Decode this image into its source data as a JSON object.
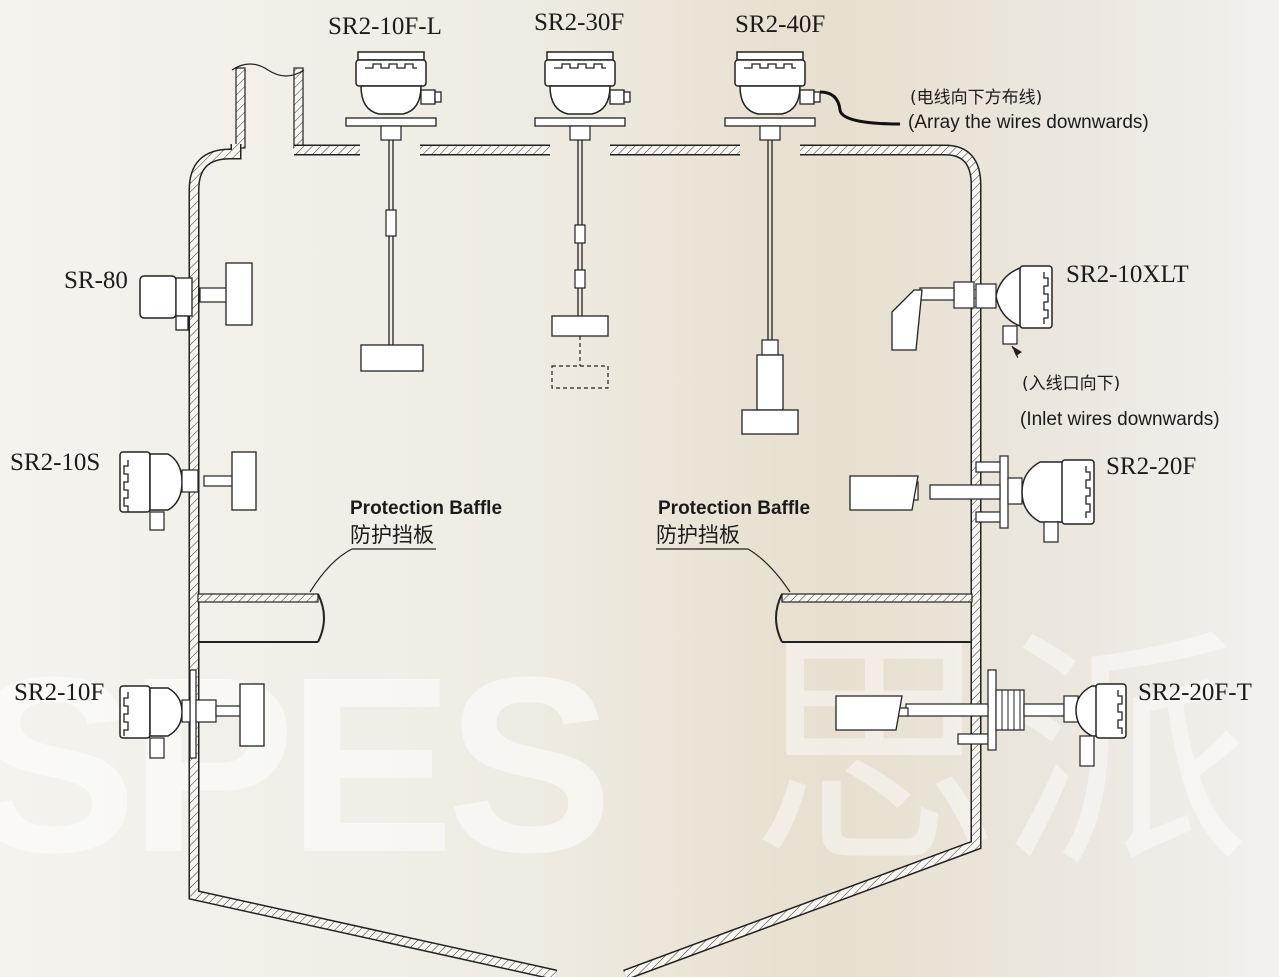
{
  "watermark": {
    "latin": "SPES",
    "cjk": "思派"
  },
  "sensors": {
    "top_left": "SR2-10F-L",
    "top_mid": "SR2-30F",
    "top_right": "SR2-40F",
    "side_left_1": "SR-80",
    "side_left_2": "SR2-10S",
    "side_left_3": "SR2-10F",
    "side_right_1": "SR2-10XLT",
    "side_right_2": "SR2-20F",
    "side_right_3": "SR2-20F-T"
  },
  "notes": {
    "wires_cn": "(电线向下方布线)",
    "wires_en": "(Array the wires downwards)",
    "inlet_cn": "(入线口向下)",
    "inlet_en": "(Inlet wires downwards)"
  },
  "baffles": {
    "left": {
      "en": "Protection Baffle",
      "cn": "防护挡板"
    },
    "right": {
      "en": "Protection Baffle",
      "cn": "防护挡板"
    }
  },
  "colors": {
    "line": "#2a2a2a",
    "background": "#efece3"
  }
}
